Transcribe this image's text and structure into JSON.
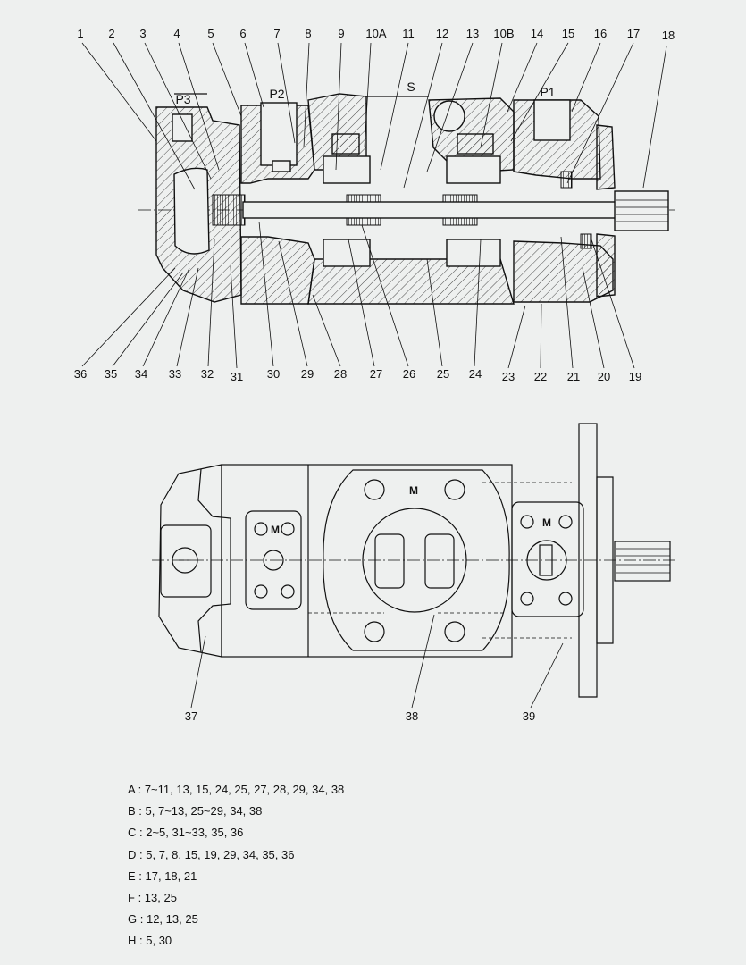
{
  "ports": {
    "p1": "P1",
    "p2": "P2",
    "p3": "P3",
    "s": "S"
  },
  "mount_marks": [
    "M",
    "M",
    "M"
  ],
  "top_callouts": [
    "1",
    "2",
    "3",
    "4",
    "5",
    "6",
    "7",
    "8",
    "9",
    "10A",
    "11",
    "12",
    "13",
    "10B",
    "14",
    "15",
    "16",
    "17",
    "18"
  ],
  "bottom_callouts": [
    "36",
    "35",
    "34",
    "33",
    "32",
    "31",
    "30",
    "29",
    "28",
    "27",
    "26",
    "25",
    "24",
    "23",
    "22",
    "21",
    "20",
    "19"
  ],
  "lower_callouts": [
    "37",
    "38",
    "39"
  ],
  "legend": [
    {
      "key": "A",
      "sep": " : ",
      "items": "7~11, 13, 15, 24, 25, 27, 28, 29, 34, 38"
    },
    {
      "key": "B",
      "sep": " : ",
      "items": "5, 7~13, 25~29, 34, 38"
    },
    {
      "key": "C",
      "sep": " : ",
      "items": "2~5, 31~33, 35, 36"
    },
    {
      "key": "D",
      "sep": " : ",
      "items": "5, 7, 8, 15, 19, 29, 34, 35, 36"
    },
    {
      "key": "E",
      "sep": " : ",
      "items": "17, 18, 21"
    },
    {
      "key": "F",
      "sep": " : ",
      "items": "13, 25"
    },
    {
      "key": "G",
      "sep": " : ",
      "items": "12, 13, 25"
    },
    {
      "key": "H",
      "sep": " : ",
      "items": "5, 30"
    }
  ]
}
